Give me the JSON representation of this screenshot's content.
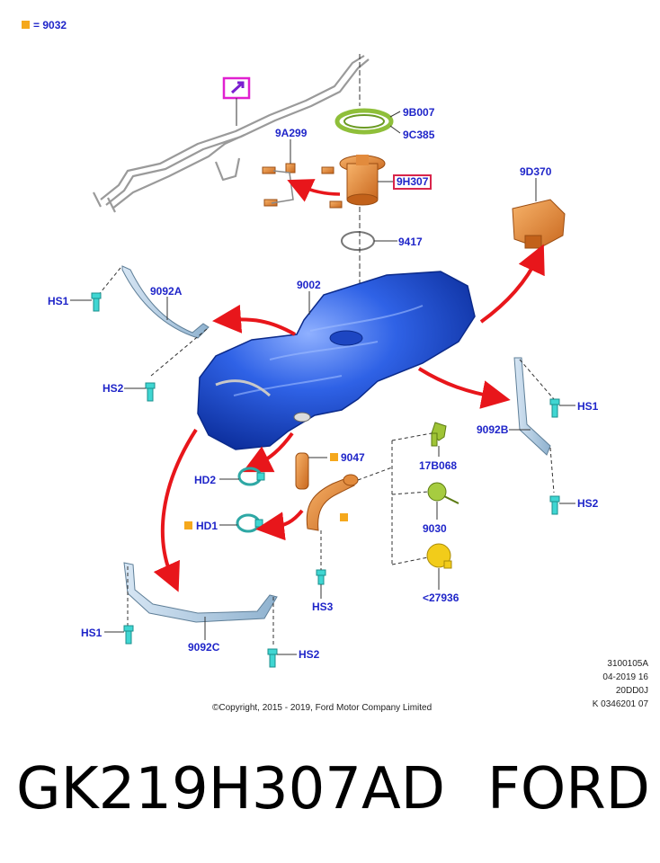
{
  "legend": {
    "marker_color": "#f5a81c",
    "text": "= 9032"
  },
  "labels": {
    "9B007": "9B007",
    "9C385": "9C385",
    "9A299": "9A299",
    "9H307": "9H307",
    "9D370": "9D370",
    "9417": "9417",
    "9002": "9002",
    "9092A": "9092A",
    "HS1_a": "HS1",
    "HS2_a": "HS2",
    "HS1_b": "HS1",
    "9092B": "9092B",
    "HS2_b": "HS2",
    "9047": "9047",
    "17B068": "17B068",
    "HD2": "HD2",
    "HD1": "HD1",
    "9030": "9030",
    "27936": "<27936",
    "HS3": "HS3",
    "HS1_c": "HS1",
    "9092C": "9092C",
    "HS2_c": "HS2"
  },
  "meta_lines": [
    "3100105A",
    "04-2019 16",
    "20DD0J",
    "K 0346201 07"
  ],
  "copyright": "©Copyright, 2015 - 2019, Ford Motor Company Limited",
  "footer": {
    "part_number": "GK219H307AD",
    "brand": "FORD"
  },
  "colors": {
    "label": "#1f25c9",
    "highlight_box": "#d9254b",
    "arrow": "#e8161b",
    "tank": "#2f5fe0",
    "fastener": "#3fd6d2"
  }
}
